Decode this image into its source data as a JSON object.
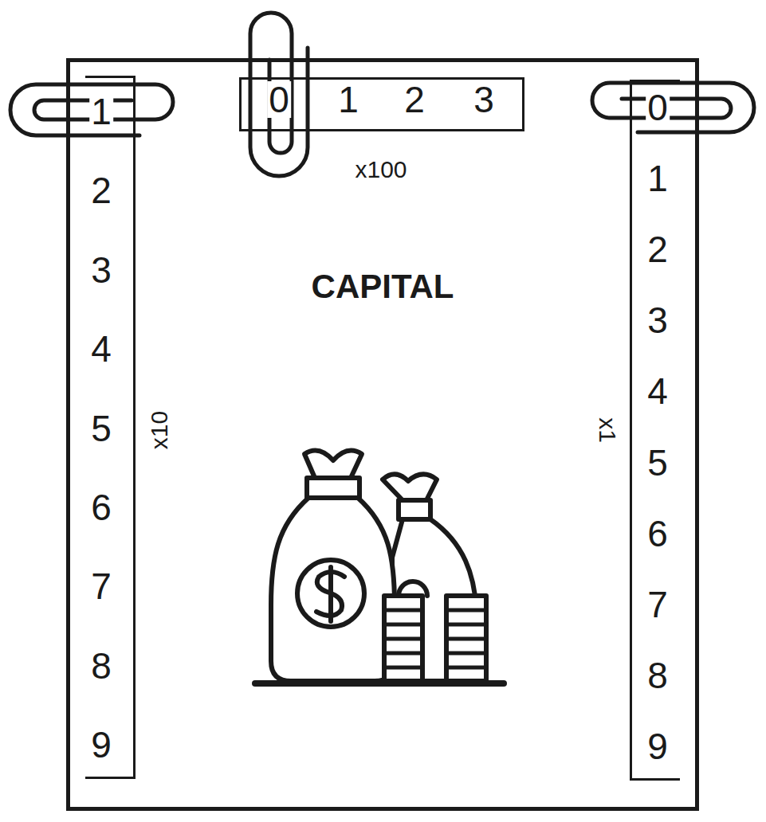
{
  "diagram": {
    "nodes": [
      {
        "text": [
          "CAPITAL"
        ]
      },
      {
        "text": [
          "0",
          "1",
          "2",
          "3",
          "x100"
        ],
        "in": 0
      },
      {
        "text": [
          "1",
          "2",
          "3",
          "4",
          "5",
          "6",
          "7",
          "8",
          "9",
          "x10"
        ],
        "in": 0
      },
      {
        "text": [
          "0",
          "1",
          "2",
          "3",
          "4",
          "5",
          "6",
          "7",
          "8",
          "9",
          "x1"
        ],
        "in": 0
      }
    ]
  }
}
